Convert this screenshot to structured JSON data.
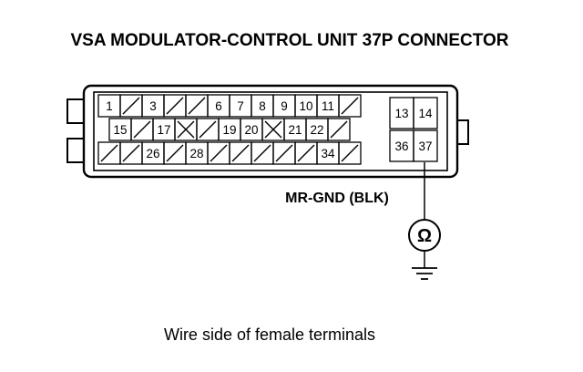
{
  "title": "VSA MODULATOR-CONTROL UNIT 37P CONNECTOR",
  "wire_label": "MR-GND (BLK)",
  "meter_symbol": "Ω",
  "caption": "Wire side of female terminals",
  "connector": {
    "row1": [
      "1",
      "/",
      "3",
      "/",
      "/",
      "6",
      "7",
      "8",
      "9",
      "10",
      "11",
      "/"
    ],
    "row2": [
      "15",
      "/",
      "17",
      "X",
      "/",
      "19",
      "20",
      "X",
      "21",
      "22",
      "/"
    ],
    "row3": [
      "/",
      "/",
      "26",
      "/",
      "28",
      "/",
      "/",
      "/",
      "/",
      "/",
      "34",
      "/"
    ],
    "right_top": [
      "13",
      "14"
    ],
    "right_bottom": [
      "36",
      "37"
    ],
    "probe_terminal": "37"
  },
  "colors": {
    "ink": "#000000",
    "background": "#ffffff"
  }
}
